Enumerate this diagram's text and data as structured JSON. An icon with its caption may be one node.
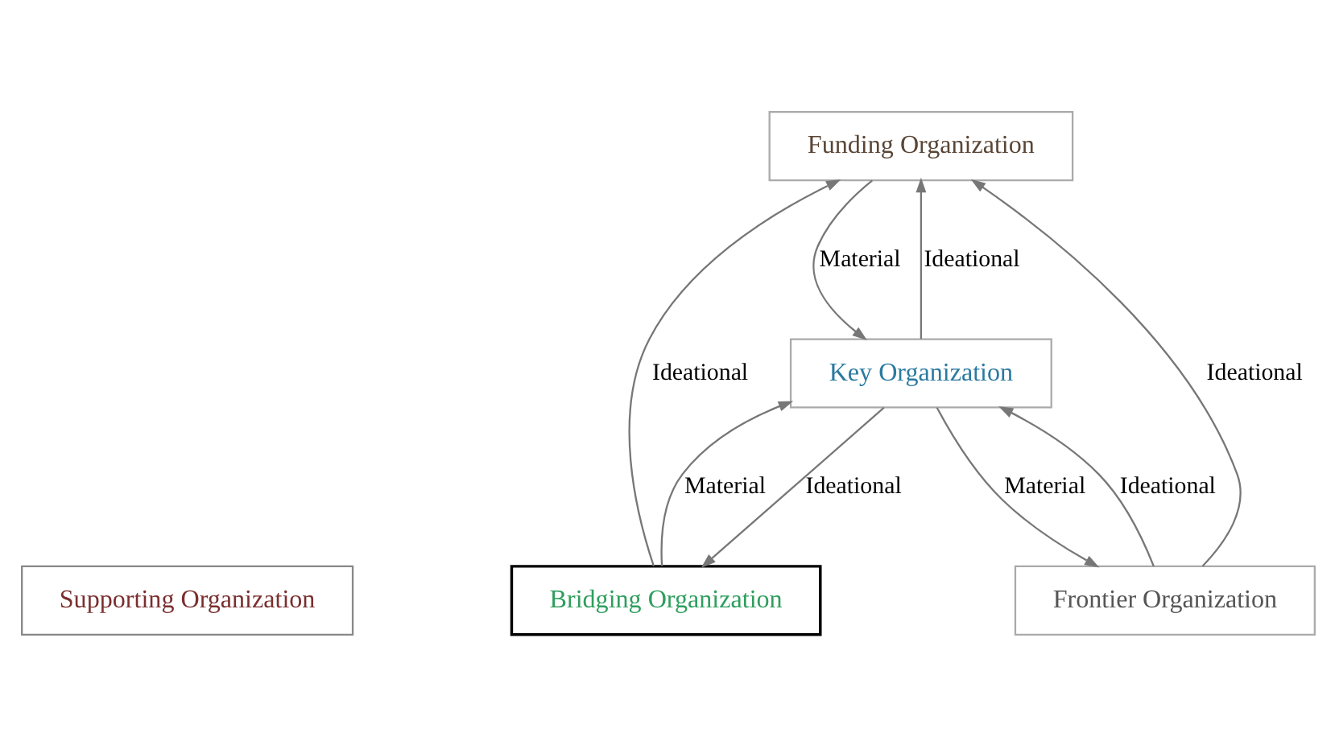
{
  "diagram": {
    "nodes": [
      {
        "text": [
          "Funding Organization"
        ]
      },
      {
        "text": [
          "Supporting Organization"
        ]
      },
      {
        "text": [
          "Bridging Organization"
        ]
      },
      {
        "text": [
          "Frontier Organization"
        ]
      },
      {
        "text": [
          "Key Organization"
        ]
      }
    ],
    "edges": [
      {
        "from": 4,
        "to": 0,
        "arrow": "to",
        "label": "Ideational"
      },
      {
        "from": 2,
        "to": 0,
        "arrow": "to",
        "label": "Ideational"
      },
      {
        "from": 0,
        "to": 4,
        "arrow": "to",
        "label": "Material"
      },
      {
        "from": 3,
        "to": 0,
        "arrow": "to",
        "label": "Ideational"
      },
      {
        "from": 4,
        "to": 2,
        "arrow": "to",
        "label": "Ideational"
      },
      {
        "from": 2,
        "to": 4,
        "arrow": "to",
        "label": "Material"
      },
      {
        "from": 4,
        "to": 3,
        "arrow": "to",
        "label": "Material"
      },
      {
        "from": 3,
        "to": 4,
        "arrow": "to",
        "label": "Ideational"
      }
    ]
  }
}
